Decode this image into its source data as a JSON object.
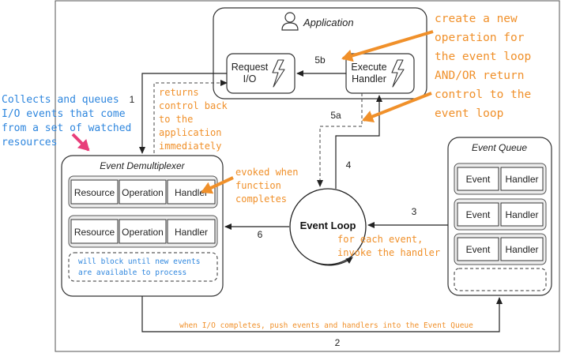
{
  "application": {
    "title": "Application",
    "request_io": [
      "Request",
      "I/O"
    ],
    "execute_handler": [
      "Execute",
      "Handler"
    ]
  },
  "demultiplexer": {
    "title": "Event Demultiplexer",
    "rows": [
      [
        "Resource",
        "Operation",
        "Handler"
      ],
      [
        "Resource",
        "Operation",
        "Handler"
      ]
    ],
    "block_note": [
      "will block until new events",
      "are available to process"
    ]
  },
  "event_loop": {
    "label": "Event Loop"
  },
  "event_queue": {
    "title": "Event Queue",
    "rows": [
      [
        "Event",
        "Handler"
      ],
      [
        "Event",
        "Handler"
      ],
      [
        "Event",
        "Handler"
      ]
    ]
  },
  "step_labels": {
    "s1": "1",
    "s2": "2",
    "s3": "3",
    "s4": "4",
    "s5a": "5a",
    "s5b": "5b",
    "s6": "6"
  },
  "annotations": {
    "collects": [
      "Collects and queues",
      "I/O events that come",
      "from a set of watched",
      "resources"
    ],
    "returns": [
      "returns",
      "control back",
      "to the",
      "application",
      "immediately"
    ],
    "evoked": [
      "evoked when",
      "function",
      "completes"
    ],
    "create_new": [
      "create a new",
      "operation for",
      "the event loop",
      "AND/OR return",
      "control to the",
      "event loop"
    ],
    "for_each": [
      "for each event,",
      "invoke the handler"
    ],
    "push_events": "when I/O completes, push events and handlers into the Event Queue"
  },
  "colors": {
    "orange": "#f0902a",
    "blue": "#2e86de",
    "pink": "#e83e7a",
    "line": "#222222",
    "box_fill": "#ececec"
  }
}
